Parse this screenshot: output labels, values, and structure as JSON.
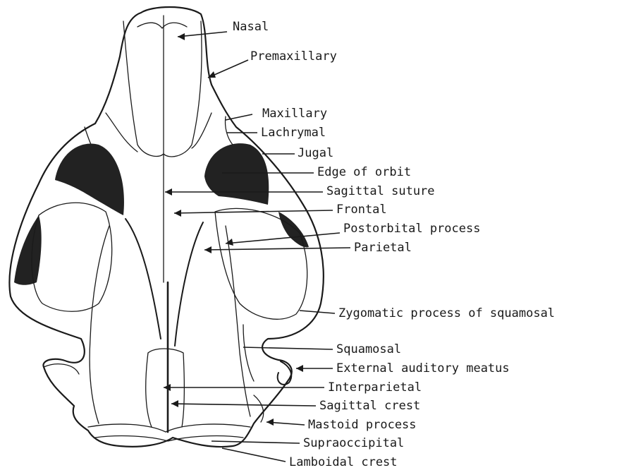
{
  "labels": [
    {
      "id": "nasal",
      "text": "Nasal"
    },
    {
      "id": "premaxillary",
      "text": "Premaxillary"
    },
    {
      "id": "maxillary",
      "text": "Maxillary"
    },
    {
      "id": "lachrymal",
      "text": "Lachrymal"
    },
    {
      "id": "jugal",
      "text": "Jugal"
    },
    {
      "id": "edge_of_orbit",
      "text": "Edge of orbit"
    },
    {
      "id": "sagittal_suture",
      "text": "Sagittal suture"
    },
    {
      "id": "frontal",
      "text": "Frontal"
    },
    {
      "id": "postorbital_process",
      "text": "Postorbital process"
    },
    {
      "id": "parietal",
      "text": "Parietal"
    },
    {
      "id": "zygomatic_process",
      "text": "Zygomatic process of squamosal"
    },
    {
      "id": "squamosal",
      "text": "Squamosal"
    },
    {
      "id": "external_auditory_meatus",
      "text": "External auditory meatus"
    },
    {
      "id": "interparietal",
      "text": "Interparietal"
    },
    {
      "id": "sagittal_crest",
      "text": "Sagittal crest"
    },
    {
      "id": "mastoid_process",
      "text": "Mastoid process"
    },
    {
      "id": "supraoccipital",
      "text": "Supraoccipital"
    },
    {
      "id": "lamboidal_crest",
      "text": "Lamboidal crest"
    }
  ]
}
